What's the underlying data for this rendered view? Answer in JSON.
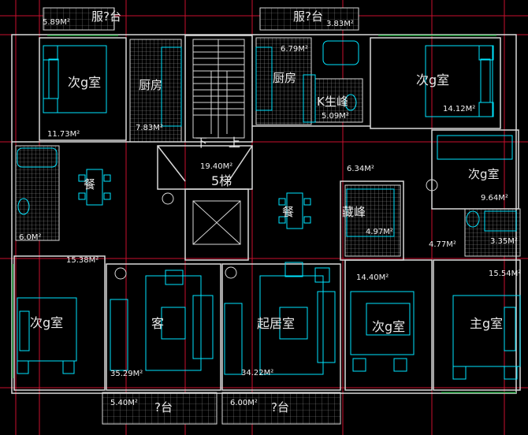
{
  "colors": {
    "wall": "#d9d9d9",
    "axis": "#c8102e",
    "furniture": "#00e5ff",
    "hatch": "#bdbdbd",
    "green": "#1f9d3a",
    "text": "#e8e8e8"
  },
  "labels": {
    "balcony_top_left_area": "5.89M²",
    "balcony_top_left_name": "服?台",
    "balcony_top_right_name": "服?台",
    "balcony_top_right_area": "3.83M²",
    "bedroom_nw_name": "次g室",
    "bedroom_nw_area": "11.73M²",
    "kitchen_left_name": "厨房",
    "kitchen_left_area": "7.83M²",
    "kitchen_right_name": "厨房",
    "kitchen_right_area": "6.79M²",
    "bath_right_name": "K生峰",
    "bath_right_area": "5.09M²",
    "bedroom_ne_name": "次g室",
    "bedroom_ne_area": "14.12M²",
    "stair_down": "下",
    "stair_up": "上",
    "stair_area": "19.40M²",
    "stair_name": "5梯",
    "dining_left_name": "餐",
    "dining_right_name": "餐",
    "corridor_right_area": "6.34M²",
    "storage_name": "藏峰",
    "storage_area": "4.97M²",
    "bedroom_east_name": "次g室",
    "bedroom_east_area": "9.64M²",
    "bath_left_area": "6.0M²",
    "small_area_left": "15.38M²",
    "hall_small_area": "4.77M²",
    "bath_east_area": "3.35M²",
    "bedroom_sw_name": "次g室",
    "living_left_name": "客",
    "living_left_area": "35.29M²",
    "living_right_name": "起居室",
    "living_right_area": "34.22M²",
    "bedroom_sc_area": "14.40M²",
    "bedroom_sc_name": "次g室",
    "master_name": "主g室",
    "master_area": "15.54M²",
    "balcony_bottom_left_area": "5.40M²",
    "balcony_bottom_left_name": "?台",
    "balcony_bottom_right_area": "6.00M²",
    "balcony_bottom_right_name": "?台"
  }
}
